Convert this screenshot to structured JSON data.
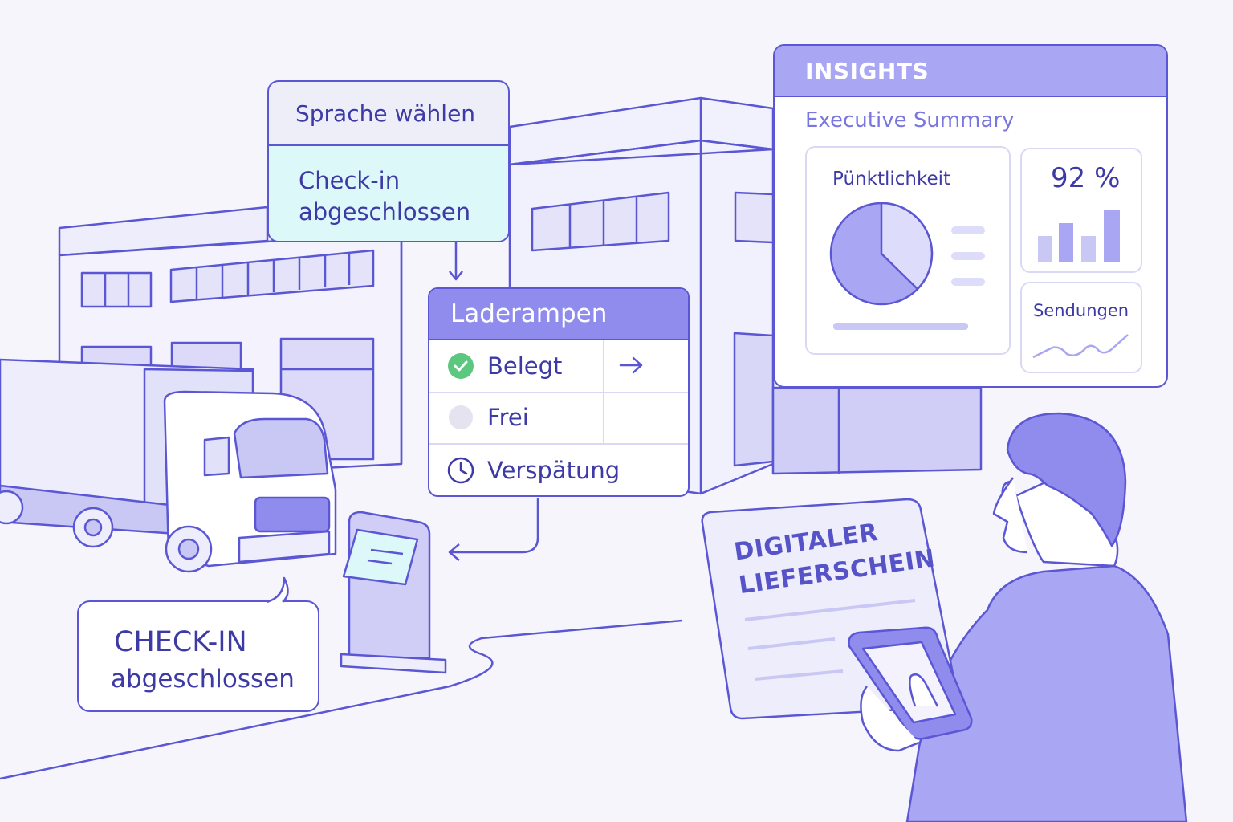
{
  "language_card": {
    "title": "Sprache wählen",
    "status_line1": "Check-in",
    "status_line2": "abgeschlossen"
  },
  "ramps_card": {
    "title": "Laderampen",
    "rows": [
      {
        "label": "Belegt",
        "icon": "check-circle-icon"
      },
      {
        "label": "Frei",
        "icon": "empty-circle-icon"
      },
      {
        "label": "Verspätung",
        "icon": "clock-icon"
      }
    ]
  },
  "insights": {
    "header": "INSIGHTS",
    "subtitle": "Executive Summary",
    "punctuality_label": "Pünktlichkeit",
    "percent": "92 %",
    "shipments_label": "Sendungen"
  },
  "checkin_bubble": {
    "line1": "CHECK-IN",
    "line2": "abgeschlossen"
  },
  "delivery_note": {
    "line1": "DIGITALER",
    "line2": "LIEFERSCHEIN"
  },
  "colors": {
    "accent": "#5b57d4",
    "header_purple": "#8f8cee",
    "insights_header": "#a9a6f3",
    "mint": "#dcf8f9",
    "check_green": "#5cc77e"
  }
}
